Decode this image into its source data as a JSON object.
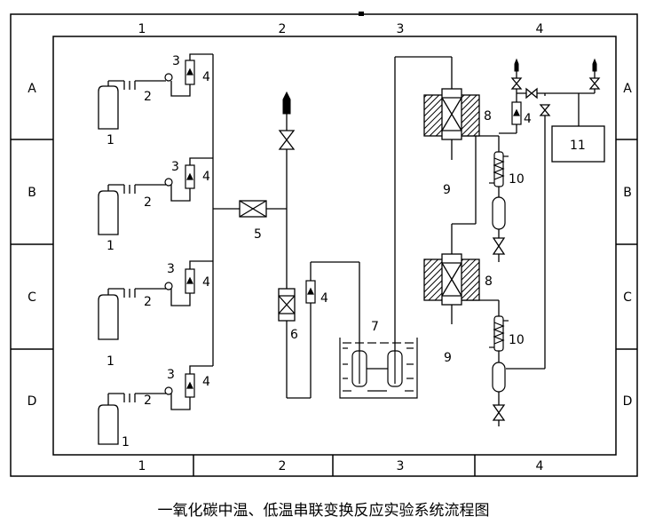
{
  "frame": {
    "col_labels_top": [
      "1",
      "2",
      "3",
      "4"
    ],
    "col_labels_bottom": [
      "1",
      "2",
      "3",
      "4"
    ],
    "row_labels_left": [
      "A",
      "B",
      "C",
      "D"
    ],
    "row_labels_right": [
      "A",
      "B",
      "C",
      "D"
    ]
  },
  "labels": {
    "cylinder": "1",
    "connector": "2",
    "valve_gauge": "3",
    "flowmeter": "4",
    "mixer": "5",
    "vessel": "6",
    "bath": "7",
    "reactor": "8",
    "furnace": "9",
    "condenser": "10",
    "analyzer": "11"
  },
  "caption": "一氧化碳中温、低温串联变换反应实验系统流程图"
}
